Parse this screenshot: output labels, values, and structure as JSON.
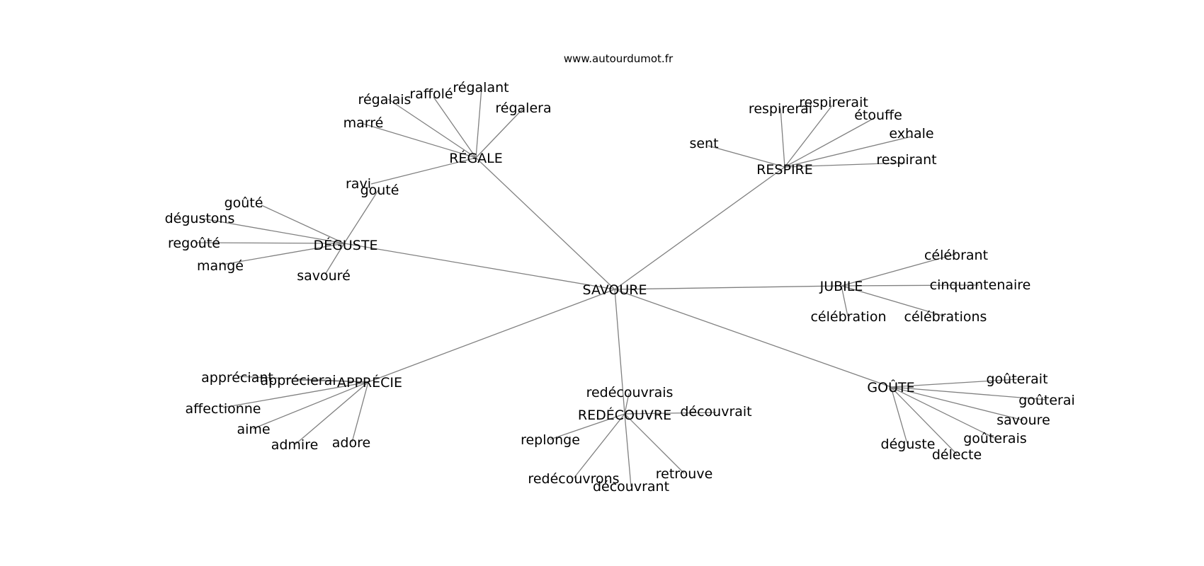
{
  "site": "www.autourdumot.fr",
  "colors": {
    "edge": "#808080",
    "text": "#000000",
    "background": "#ffffff"
  },
  "center": "SAVOURE",
  "groups": [
    {
      "label": "RÉGALE",
      "words": [
        "régalais",
        "raffolé",
        "régalant",
        "régalera",
        "marré",
        "ravi"
      ]
    },
    {
      "label": "RESPIRE",
      "words": [
        "respirerai",
        "respirerait",
        "étouffe",
        "exhale",
        "respirant",
        "sent"
      ]
    },
    {
      "label": "DÉGUSTE",
      "words": [
        "gouté",
        "goûté",
        "dégustons",
        "regoûté",
        "mangé",
        "savouré"
      ]
    },
    {
      "label": "JUBILE",
      "words": [
        "célébrant",
        "cinquantenaire",
        "célébration",
        "célébrations"
      ]
    },
    {
      "label": "APPRÉCIE",
      "words": [
        "appréciant",
        "apprécierai",
        "affectionne",
        "aime",
        "admire",
        "adore"
      ]
    },
    {
      "label": "REDÉCOUVRE",
      "words": [
        "redécouvrais",
        "découvrait",
        "replonge",
        "retrouve",
        "redécouvrons",
        "découvrant"
      ]
    },
    {
      "label": "GOÛTE",
      "words": [
        "goûterait",
        "goûterai",
        "savoure",
        "goûterais",
        "déguste",
        "délecte"
      ]
    }
  ]
}
